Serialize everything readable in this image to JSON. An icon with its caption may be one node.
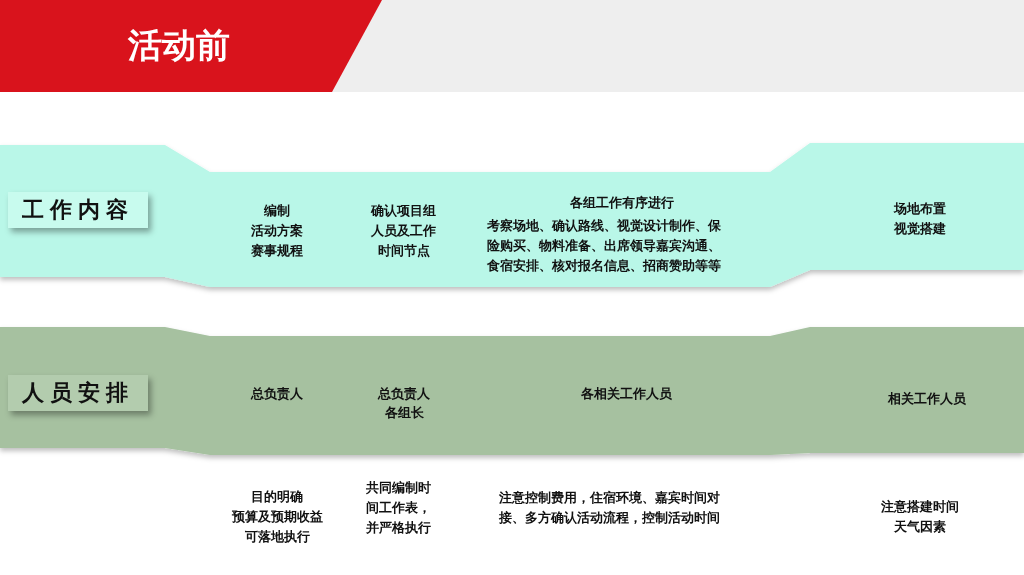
{
  "diagram": {
    "title": "活动前",
    "nodes": [
      {
        "text": [
          "编制",
          "活动方案",
          "赛事规程",
          "确认项目组人员及工作时间节点",
          "各组工作有序进行",
          "考察场地、确认路线、视觉设计制作、保险购买、物料准备、出席领导嘉宾沟通、食宿安排、核对报名信息、招商赞助等等",
          "场地布置",
          "视觉搭建"
        ]
      },
      {
        "text": [
          "工作内容"
        ],
        "in": 0
      },
      {
        "text": [
          "总负责人",
          "总负责人",
          "各组长",
          "各相关工作人员",
          "相关工作人员"
        ]
      },
      {
        "text": [
          "人员安排"
        ],
        "in": 2
      }
    ],
    "labels": [
      "目的明确",
      "预算及预期收益",
      "可落地执行",
      "共同编制时间工作表，并严格执行",
      "注意控制费用，住宿环境、嘉宾时间对接、多方确认活动流程，控制活动时间",
      "注意搭建时间",
      "天气因素"
    ]
  }
}
